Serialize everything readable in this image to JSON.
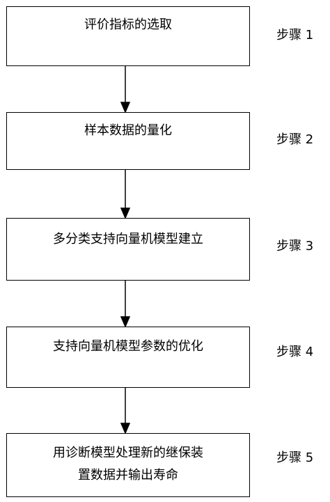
{
  "steps": [
    {
      "box_text": "评价指标的选取",
      "label": "步骤 1"
    },
    {
      "box_text": "样本数据的量化",
      "label": "步骤 2"
    },
    {
      "box_text": "多分类支持向量机模型建立",
      "label": "步骤 3"
    },
    {
      "box_text": "支持向量机模型参数的优化",
      "label": "步骤 4"
    },
    {
      "box_text_line1": "用诊断模型处理新的继保装",
      "box_text_line2": "置数据并输出寿命",
      "label": "步骤 5"
    }
  ]
}
